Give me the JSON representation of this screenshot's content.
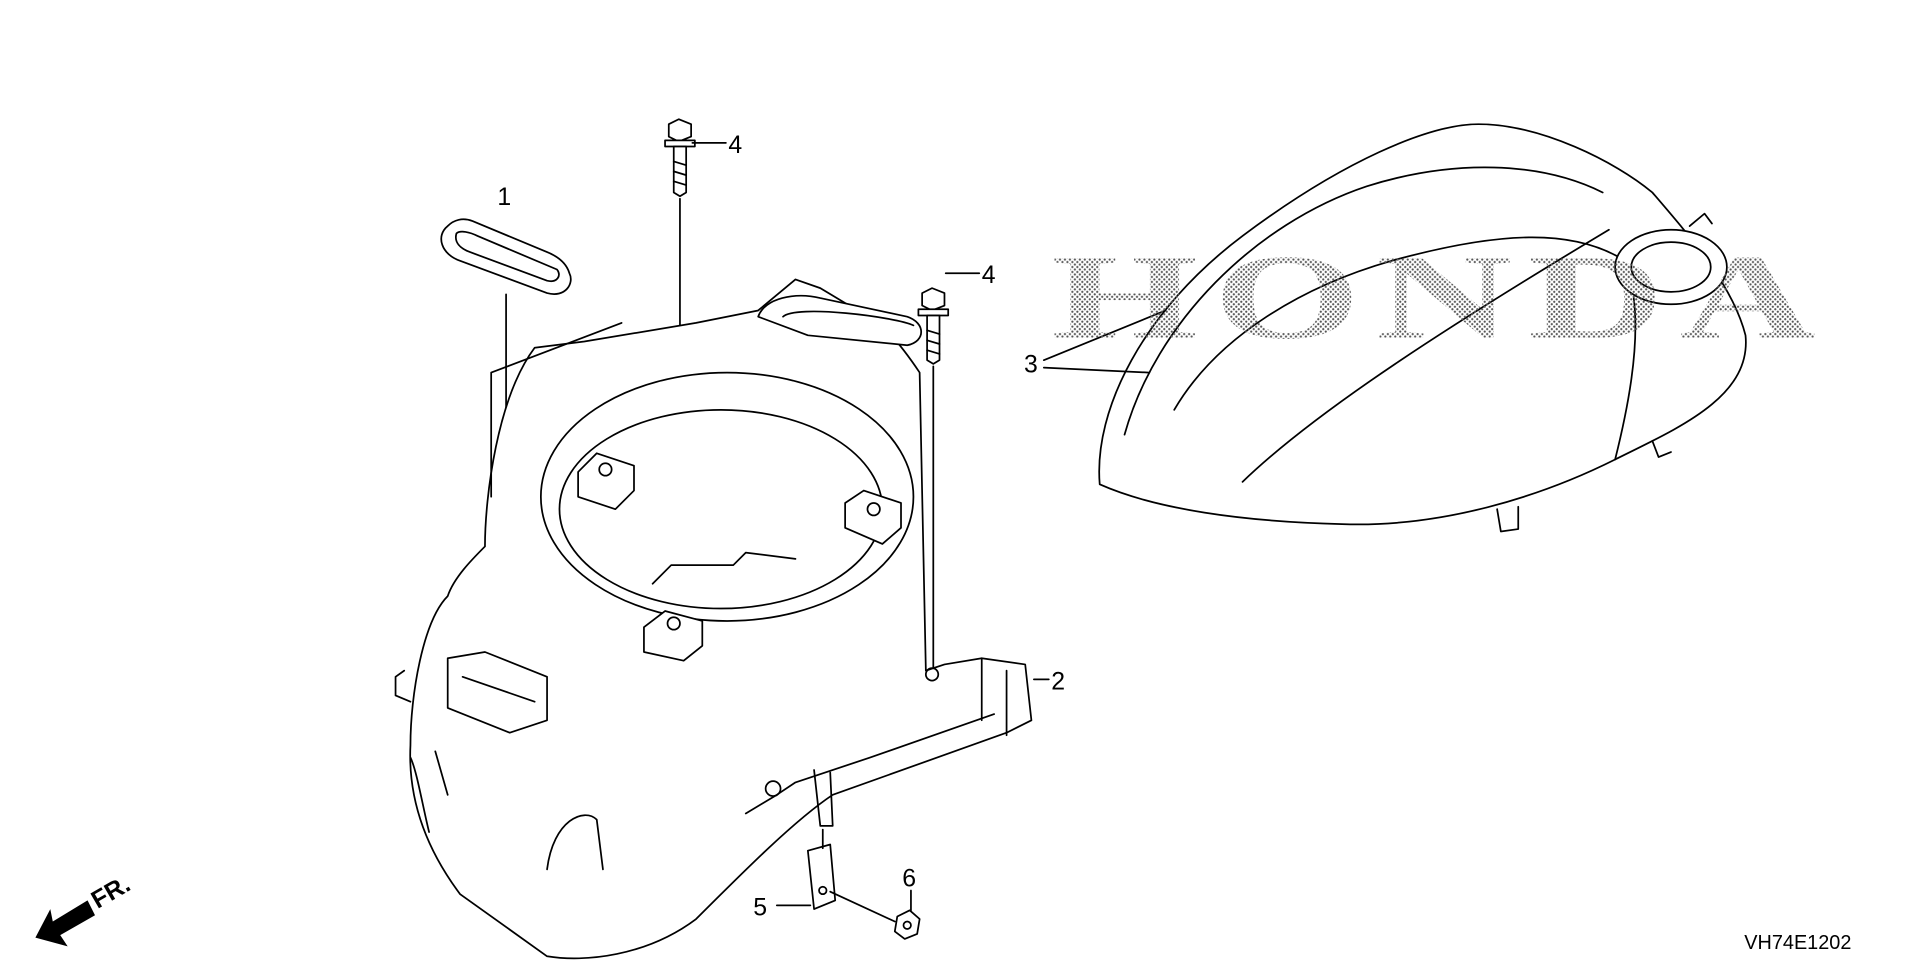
{
  "diagram": {
    "watermark": "HONDA",
    "diagram_code": "VH74E1202",
    "direction_marker": "FR.",
    "callouts": [
      {
        "number": "1",
        "part": "grommet"
      },
      {
        "number": "2",
        "part": "fan-shroud"
      },
      {
        "number": "3",
        "part": "shroud-cover"
      },
      {
        "number": "4",
        "part": "flange-bolt-upper"
      },
      {
        "number": "4",
        "part": "flange-bolt-right"
      },
      {
        "number": "5",
        "part": "clip"
      },
      {
        "number": "6",
        "part": "screw"
      }
    ]
  }
}
